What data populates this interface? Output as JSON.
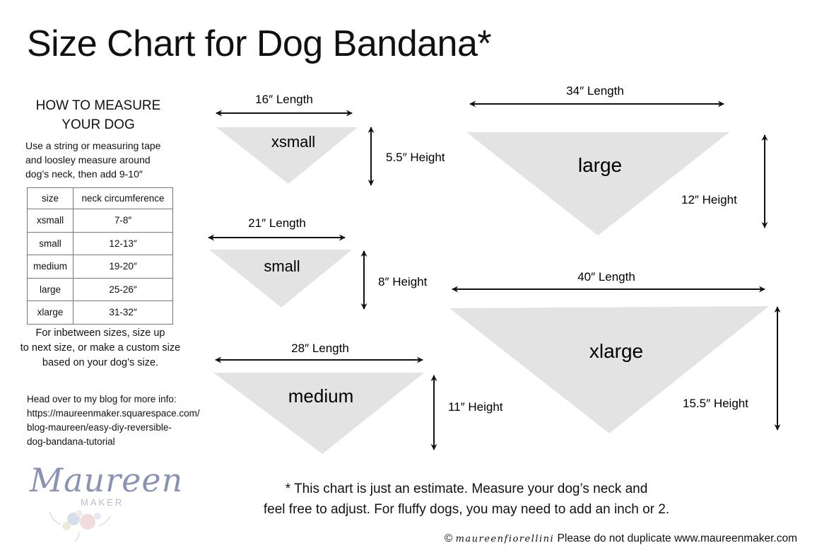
{
  "title": "Size Chart for Dog Bandana*",
  "how_to": {
    "heading_line1": "HOW TO MEASURE",
    "heading_line2": "YOUR DOG",
    "instructions": [
      "Use a string or measuring tape",
      "and loosley measure around",
      "dog’s neck, then add 9-10″"
    ]
  },
  "size_table": {
    "headers": [
      "size",
      "neck circumference"
    ],
    "rows": [
      [
        "xsmall",
        "7-8″"
      ],
      [
        "small",
        "12-13″"
      ],
      [
        "medium",
        "19-20″"
      ],
      [
        "large",
        "25-26″"
      ],
      [
        "xlarge",
        "31-32″"
      ]
    ]
  },
  "inbetween_note": [
    "For inbetween sizes, size up",
    "to next size, or make a custom size",
    "based on your dog’s size."
  ],
  "blog": {
    "lines": [
      "Head over to my blog for more info:",
      "https://maureenmaker.squarespace.com/",
      "blog-maureen/easy-diy-reversible-",
      "dog-bandana-tutorial"
    ]
  },
  "bandanas": {
    "xsmall": {
      "name": "xsmall",
      "length": "16″ Length",
      "height": "5.5″ Height"
    },
    "small": {
      "name": "small",
      "length": "21″ Length",
      "height": "8″ Height"
    },
    "medium": {
      "name": "medium",
      "length": "28″ Length",
      "height": "11″ Height"
    },
    "large": {
      "name": "large",
      "length": "34″ Length",
      "height": "12″ Height"
    },
    "xlarge": {
      "name": "xlarge",
      "length": "40″ Length",
      "height": "15.5″ Height"
    }
  },
  "footnote": {
    "line1": "* This chart is just an estimate. Measure your dog’s neck and",
    "line2": "feel free to adjust. For fluffy dogs, you may need to add an inch or 2."
  },
  "copyright": {
    "symbol": "©",
    "signature": "maureenfiorellini",
    "text": "Please do not duplicate www.maureenmaker.com"
  },
  "logo": {
    "script": "Maureen",
    "sub": "MAKER"
  },
  "colors": {
    "triangle_fill": "#e3e3e3",
    "arrow": "#111111",
    "logo": "#8a93b4"
  }
}
